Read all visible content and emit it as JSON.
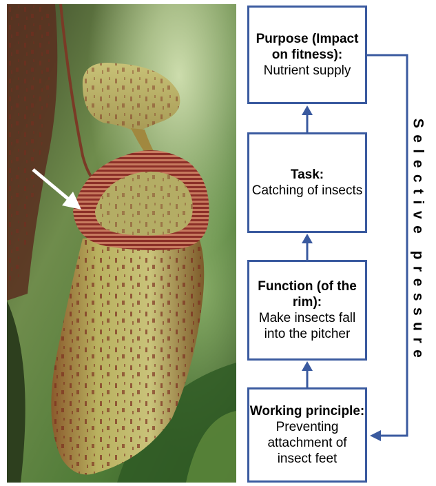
{
  "photo": {
    "subject": "pitcher-plant-photo",
    "arrow_icon": "white-arrow-icon"
  },
  "boxes": {
    "purpose": {
      "title": "Purpose (Impact on fitness):",
      "body": "Nutrient supply"
    },
    "task": {
      "title": "Task:",
      "body": "Catching of insects"
    },
    "function": {
      "title": "Function (of the rim):",
      "body": "Make insects fall into the pitcher"
    },
    "working": {
      "title": "Working principle:",
      "body": "Preventing attachment of insect feet"
    }
  },
  "side_label": "Selective pressure",
  "colors": {
    "box_border": "#3a5a9f",
    "arrow": "#3a5a9f"
  }
}
